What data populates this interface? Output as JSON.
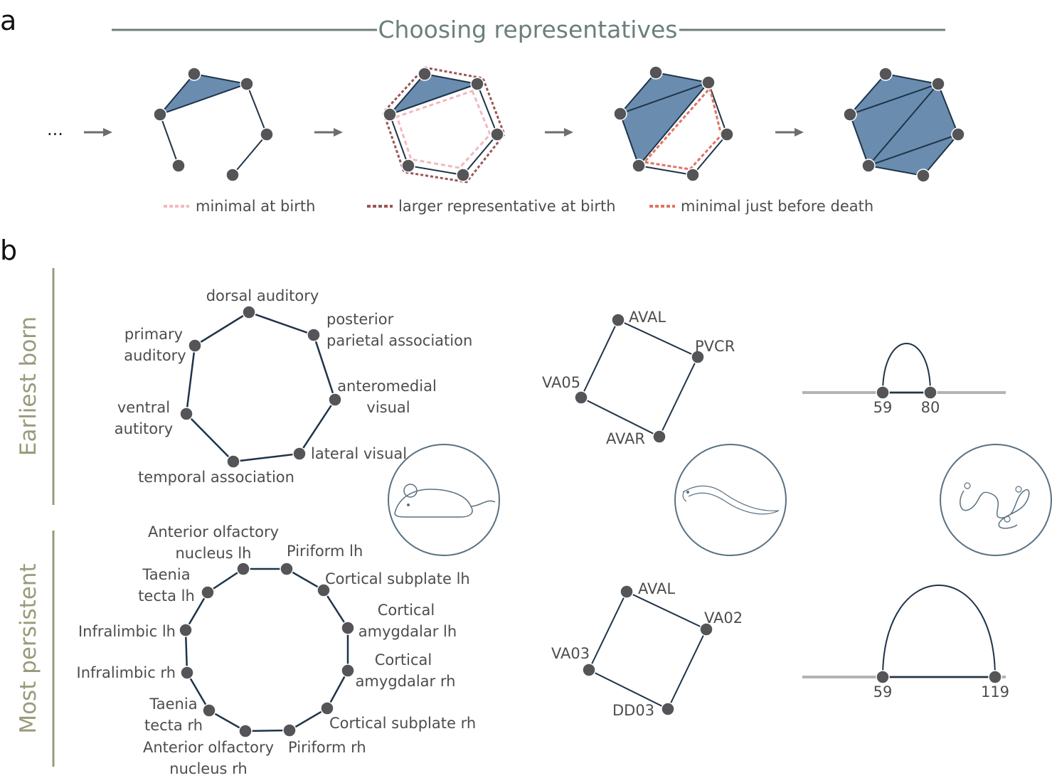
{
  "colors": {
    "node": "#555558",
    "edge": "#1f3449",
    "fill": "#6a8daf",
    "header_line": "#6b7f7d",
    "side_bar": "#9a9a7c",
    "pink": "#f2b8bf",
    "darkred": "#9a5454",
    "salmon": "#e0745f",
    "arrow": "#6d6d6d",
    "baseline": "#b3b3b3",
    "circle_stroke": "#5a7080"
  },
  "panel_a": {
    "letter": "a",
    "header": "Choosing representatives",
    "ellipsis": "...",
    "legend": [
      {
        "label": "minimal at birth",
        "color_key": "pink"
      },
      {
        "label": "larger representative at birth",
        "color_key": "darkred"
      },
      {
        "label": "minimal just before death",
        "color_key": "salmon"
      }
    ]
  },
  "panel_b": {
    "letter": "b",
    "row_labels": [
      "Earliest born",
      "Most persistent"
    ],
    "mouse_earliest": {
      "labels": [
        "dorsal auditory",
        "posterior",
        "parietal association",
        "anteromedial",
        "visual",
        "lateral visual",
        "temporal association",
        "ventral",
        "autitory",
        "primary",
        "auditory"
      ]
    },
    "worm_earliest": {
      "labels": [
        "AVAL",
        "PVCR",
        "AVAR",
        "VA05"
      ]
    },
    "bar_earliest": {
      "labels": [
        "59",
        "80"
      ]
    },
    "mouse_persistent": {
      "labels": [
        "Anterior olfactory",
        "nucleus lh",
        "Piriform lh",
        "Cortical subplate lh",
        "Cortical",
        "amygdalar lh",
        "Cortical",
        "amygdalar rh",
        "Cortical subplate rh",
        "Piriform rh",
        "Anterior olfactory",
        "nucleus rh",
        "Taenia",
        "tecta rh",
        "Infralimbic rh",
        "Infralimbic lh",
        "Taenia",
        "tecta lh"
      ]
    },
    "worm_persistent": {
      "labels": [
        "AVAL",
        "VA02",
        "DD03",
        "VA03"
      ]
    },
    "bar_persistent": {
      "labels": [
        "59",
        "119"
      ]
    },
    "icons": [
      "mouse-icon",
      "worm-icon",
      "protein-icon"
    ]
  }
}
